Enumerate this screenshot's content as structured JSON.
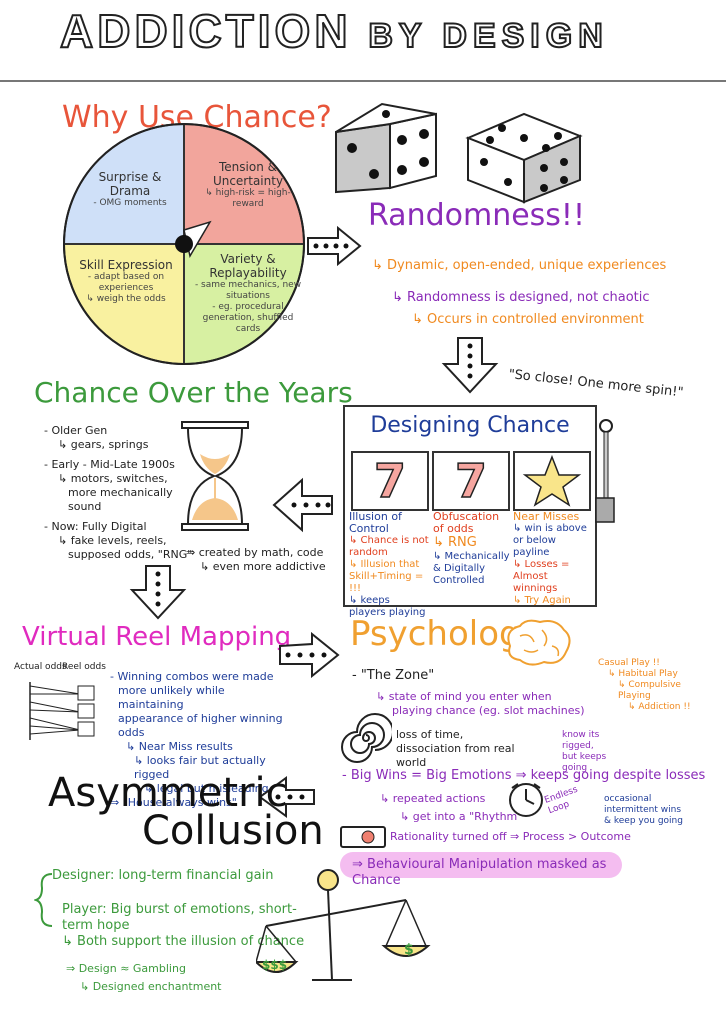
{
  "title": {
    "main_a": "ADDICTION",
    "main_b": "BY DESIGN"
  },
  "why_chance": {
    "heading": "Why Use Chance?",
    "quadrants": [
      {
        "title": "Surprise & Drama",
        "sub": "- OMG moments"
      },
      {
        "title": "Tension & Uncertainty",
        "sub": "↳ high-risk = high-reward"
      },
      {
        "title": "Skill Expression",
        "sub": "- adapt based on experiences",
        "sub2": "↳ weigh the odds"
      },
      {
        "title": "Variety & Replayability",
        "sub": "- same mechanics, new situations",
        "sub2": "- eg. procedural generation, shuffled cards"
      }
    ],
    "colors": {
      "surprise": "#cfe0f8",
      "tension": "#f2a59c",
      "skill": "#f9f1a0",
      "variety": "#d7f0a2"
    }
  },
  "randomness": {
    "heading": "Randomness!!",
    "line1": "↳ Dynamic, open-ended, unique experiences",
    "line2": "↳ Randomness is designed, not chaotic",
    "line3": "↳ Occurs in controlled environment"
  },
  "designing_chance": {
    "quote": "\"So close! One more spin!\"",
    "heading": "Designing Chance",
    "col1": {
      "title": "Illusion of Control",
      "a": "↳ Chance is not random",
      "b": "↳ Illusion that Skill+Timing = !!!",
      "c": "↳ keeps players playing"
    },
    "col2": {
      "title": "Obfuscation of odds",
      "a": "↳ RNG",
      "b": "↳ Mechanically & Digitally Controlled"
    },
    "col3": {
      "title": "Near Misses",
      "a": "↳ win is above or below payline",
      "b": "↳ Losses = Almost winnings",
      "c": "↳ Try Again"
    }
  },
  "over_years": {
    "heading": "Chance Over the Years",
    "l1": "- Older Gen",
    "l1a": "↳ gears, springs",
    "l2": "- Early - Mid-Late 1900s",
    "l2a": "↳ motors, switches,",
    "l2b": "more mechanically sound",
    "l3": "- Now: Fully Digital",
    "l3a": "↳ fake levels, reels,",
    "l3b": "supposed odds, \"RNG\"",
    "l3c": "⇒ created by math, code",
    "l3d": "↳ even more addictive"
  },
  "virtual_reel": {
    "heading": "Virtual Reel Mapping",
    "actual": "Actual odds",
    "reel": "Reel odds",
    "b1": "- Winning combos were made",
    "b1a": "more unlikely while maintaining",
    "b1b": "appearance of higher winning odds",
    "b2": "↳ Near Miss results",
    "b3": "↳ looks fair but actually rigged",
    "b4": "↳ legal but misleading",
    "b5": "⇒ \"House always wins\""
  },
  "psychology": {
    "heading": "Psychology",
    "zone": "- \"The Zone\"",
    "zone_a": "↳ state of mind you enter when",
    "zone_b": "playing chance (eg. slot machines)",
    "loss_a": "loss of time,",
    "loss_b": "dissociation from real world",
    "knows_a": "know its rigged,",
    "knows_b": "but keeps going",
    "casual": "Casual Play !!",
    "habitual": "↳ Habitual Play",
    "compulsive": "↳ Compulsive Playing",
    "addiction": "↳ Addiction !!",
    "big": "- Big Wins = Big Emotions ⇒ keeps going despite losses",
    "rep": "↳ repeated actions",
    "rhythm": "↳ get into a \"Rhythm\"",
    "occasional": "occasional intermittent wins & keep you going",
    "clock_label": "Endless Loop",
    "rational": "Rationality turned off ⇒ Process > Outcome",
    "masked": "⇒ Behavioural Manipulation masked as Chance"
  },
  "asymmetric": {
    "heading_a": "Asymmetric",
    "heading_b": "Collusion",
    "designer": "Designer: long-term financial gain",
    "player": "Player: Big burst of emotions, short-term hope",
    "both": "↳ Both support the illusion of chance",
    "design": "⇒ Design ≈ Gambling",
    "enchant": "↳ Designed enchantment",
    "money_left": "$$$",
    "money_right": "$"
  }
}
